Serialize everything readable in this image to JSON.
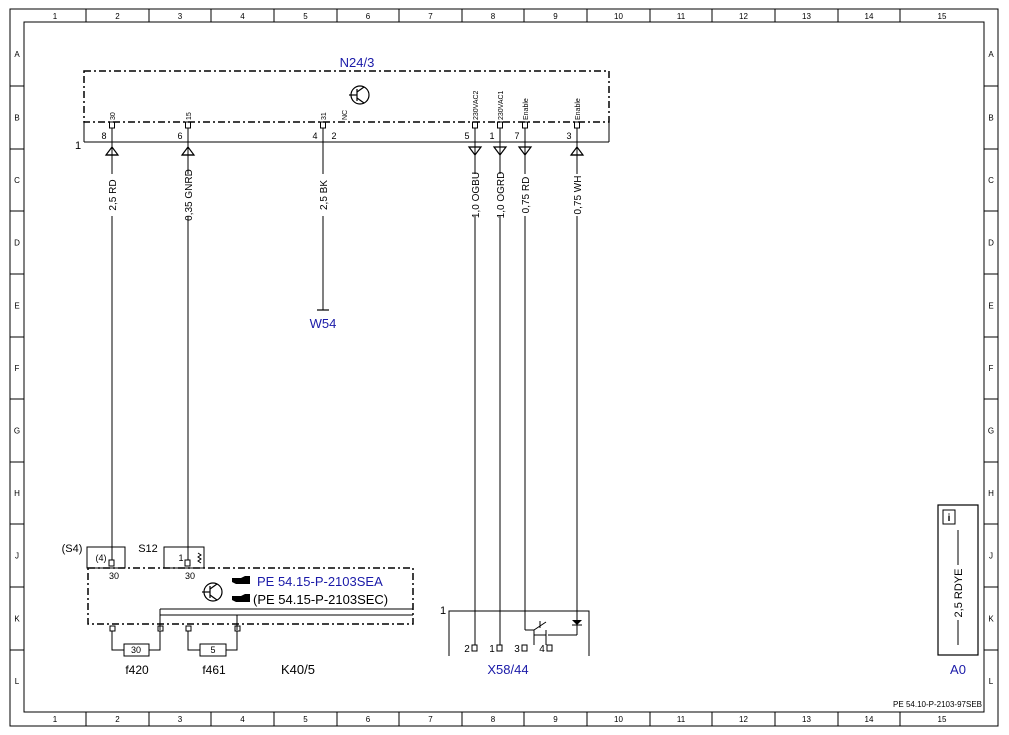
{
  "frame": {
    "columns": [
      "1",
      "2",
      "3",
      "4",
      "5",
      "6",
      "7",
      "8",
      "9",
      "10",
      "11",
      "12",
      "13",
      "14",
      "15"
    ],
    "rows": [
      "A",
      "B",
      "C",
      "D",
      "E",
      "F",
      "G",
      "H",
      "J",
      "K",
      "L"
    ]
  },
  "n24": {
    "name": "N24/3",
    "node_marker": "1",
    "pins": [
      {
        "num": "8",
        "func": "30"
      },
      {
        "num": "6",
        "func": "15"
      },
      {
        "num": "4",
        "func": "31"
      },
      {
        "num": "2",
        "func": "NC"
      },
      {
        "num": "5",
        "func": "230VAC2"
      },
      {
        "num": "1",
        "func": "230VAC1"
      },
      {
        "num": "7",
        "func": "Enable"
      },
      {
        "num": "3",
        "func": "Enable"
      }
    ]
  },
  "wires": [
    "2,5 RD",
    "0,35 GNRD",
    "2,5 BK",
    "1,0 OGBU",
    "1,0 OGRD",
    "0,75 RD",
    "0,75 WH"
  ],
  "w54": "W54",
  "k40": {
    "name": "K40/5",
    "s4_label": "(S4)",
    "s4_pin": "(4)",
    "s12_label": "S12",
    "s12_pin": "1",
    "pin_30a": "30",
    "pin_30b": "30",
    "ref_a": "PE 54.15-P-2103SEA",
    "ref_b": "(PE 54.15-P-2103SEC)",
    "fuse_a_value": "30",
    "fuse_a_name": "f420",
    "fuse_b_value": "5",
    "fuse_b_name": "f461"
  },
  "x58": {
    "name": "X58/44",
    "marker": "1",
    "pins": [
      "2",
      "1",
      "3",
      "4"
    ]
  },
  "a0": {
    "name": "A0",
    "info_icon": "info-icon",
    "wire": "2,5 RDYE"
  },
  "doc_ref": "PE 54.10-P-2103-97SEB"
}
